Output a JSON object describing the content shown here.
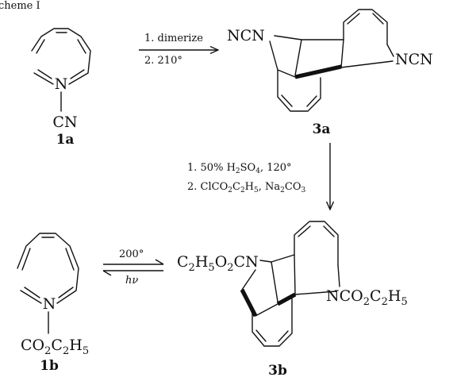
{
  "scheme": {
    "title": "cheme I",
    "compounds": {
      "c1a": {
        "n": "N",
        "substituent": "CN",
        "label": "1a"
      },
      "c3a": {
        "left_group": "NCN",
        "right_group": "NCN",
        "label": "3a"
      },
      "c1b": {
        "n": "N",
        "sub_prefix": "CO",
        "sub_2": "2",
        "sub_c": "C",
        "sub_3": "2",
        "sub_h": "H",
        "sub_5": "5",
        "label": "1b"
      },
      "c3b": {
        "left_group": {
          "p1": "C",
          "s1": "2",
          "p2": "H",
          "s2": "5",
          "p3": "O",
          "s3": "2",
          "p4": "CN"
        },
        "right_group": {
          "p1": "NCO",
          "s1": "2",
          "p2": "C",
          "s2": "2",
          "p3": "H",
          "s3": "5"
        },
        "label": "3b"
      }
    },
    "steps": {
      "dimerize": "1. dimerize",
      "heat": "2. 210°",
      "hydrolysis_main": "1. 50% H",
      "hydrolysis_sub": "2",
      "hydrolysis_tail": "SO",
      "hydrolysis_sub2": "4",
      "hydrolysis_temp": ", 120°",
      "acylation_a": "2. ClCO",
      "acylation_s1": "2",
      "acylation_b": "C",
      "acylation_s2": "2",
      "acylation_c": "H",
      "acylation_s3": "5",
      "acylation_d": ", Na",
      "acylation_s4": "2",
      "acylation_e": "CO",
      "acylation_s5": "3",
      "thermal": "200°",
      "photo": "hν"
    }
  }
}
